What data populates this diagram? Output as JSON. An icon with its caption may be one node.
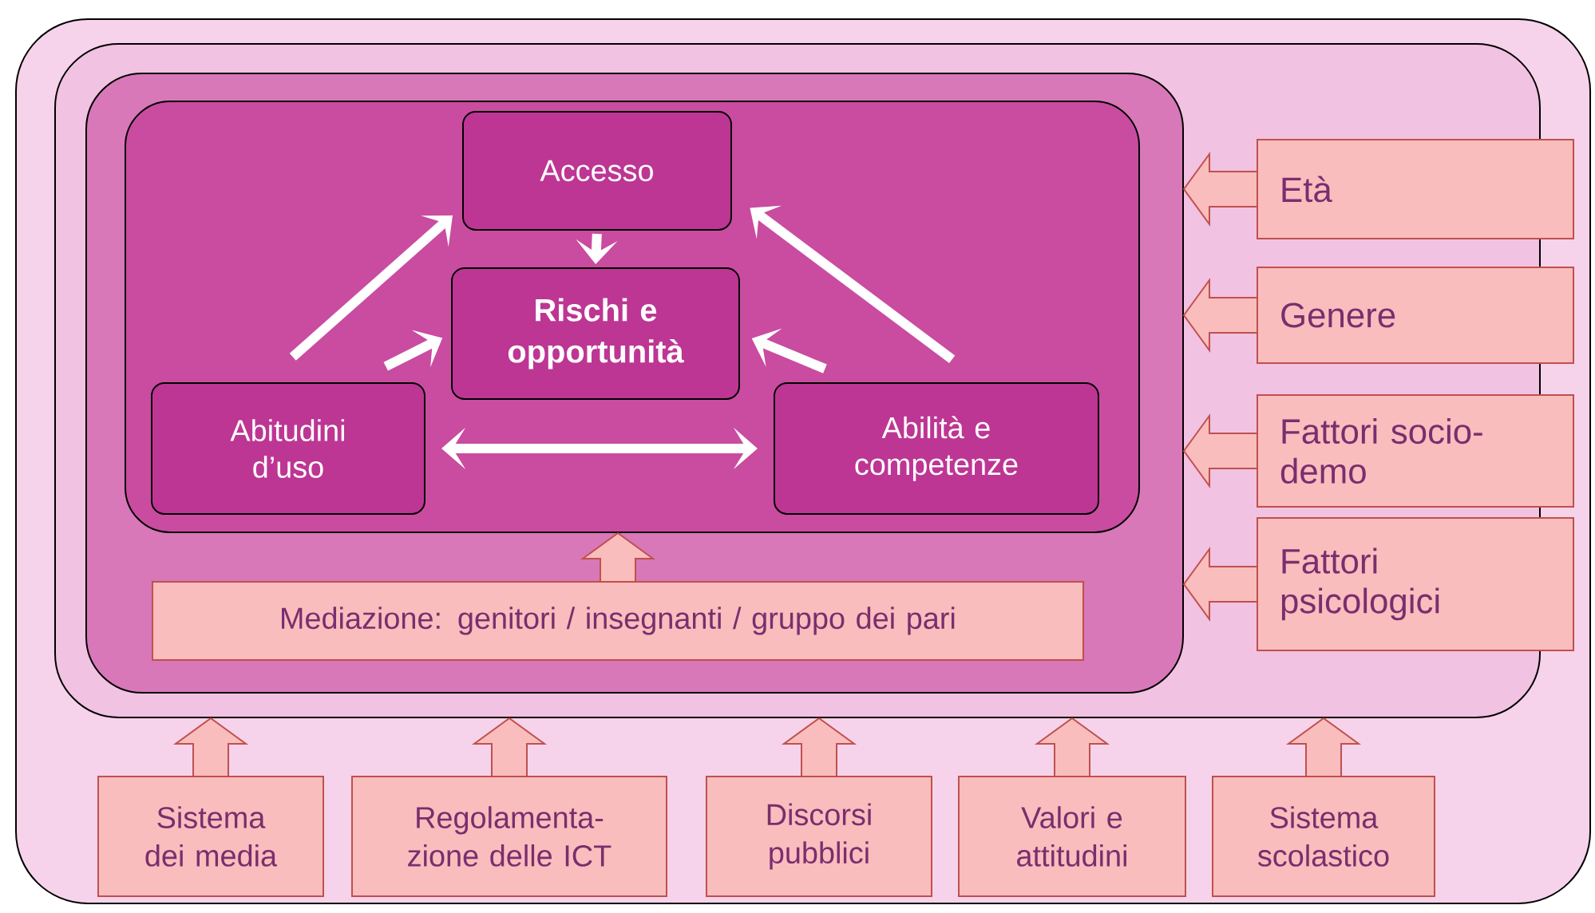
{
  "diagram": {
    "nodes": [
      {
        "text": [],
        "shape": "box"
      },
      {
        "text": [],
        "shape": "box",
        "in": 0
      },
      {
        "text": [],
        "shape": "box",
        "in": 1
      },
      {
        "text": [],
        "shape": "box",
        "in": 2
      },
      {
        "text": [
          "Accesso"
        ],
        "in": 3
      },
      {
        "text": [
          "Rischi e opportunità"
        ],
        "in": 3
      },
      {
        "text": [
          "Abitudini d’uso"
        ],
        "in": 3
      },
      {
        "text": [
          "Abilità e competenze"
        ],
        "in": 3
      },
      {
        "text": [
          "Mediazione: genitori / insegnanti / gruppo dei pari"
        ],
        "in": 2
      },
      {
        "text": [
          "Età"
        ],
        "in": 0
      },
      {
        "text": [
          "Genere"
        ],
        "in": 0
      },
      {
        "text": [
          "Fattori socio-demo"
        ],
        "in": 0
      },
      {
        "text": [
          "Fattori psicologici"
        ],
        "in": 0
      },
      {
        "text": [
          "Sistema dei media"
        ],
        "in": 0
      },
      {
        "text": [
          "Regolamenta- zione delle ICT"
        ],
        "in": 0
      },
      {
        "text": [
          "Discorsi pubblici"
        ],
        "in": 0
      },
      {
        "text": [
          "Valori e attitudini"
        ],
        "in": 0
      },
      {
        "text": [
          "Sistema scolastico"
        ],
        "in": 0
      }
    ],
    "edges": [
      {
        "from": 6,
        "to": 4,
        "arrow": "to",
        "color": "#ffffff"
      },
      {
        "from": 7,
        "to": 4,
        "arrow": "to",
        "color": "#ffffff"
      },
      {
        "from": 4,
        "to": 5,
        "arrow": "to",
        "color": "#ffffff"
      },
      {
        "from": 6,
        "to": 5,
        "arrow": "to",
        "color": "#ffffff"
      },
      {
        "from": 7,
        "to": 5,
        "arrow": "to",
        "color": "#ffffff"
      },
      {
        "from": 6,
        "to": 7,
        "arrow": "both",
        "color": "#ffffff"
      },
      {
        "from": 8,
        "to": 3,
        "arrow": "to"
      },
      {
        "from": 9,
        "to": 2,
        "arrow": "to"
      },
      {
        "from": 10,
        "to": 2,
        "arrow": "to"
      },
      {
        "from": 11,
        "to": 2,
        "arrow": "to"
      },
      {
        "from": 12,
        "to": 2,
        "arrow": "to"
      },
      {
        "from": 13,
        "to": 1,
        "arrow": "to"
      },
      {
        "from": 14,
        "to": 1,
        "arrow": "to"
      },
      {
        "from": 15,
        "to": 1,
        "arrow": "to"
      },
      {
        "from": 16,
        "to": 1,
        "arrow": "to"
      },
      {
        "from": 17,
        "to": 1,
        "arrow": "to"
      }
    ]
  }
}
